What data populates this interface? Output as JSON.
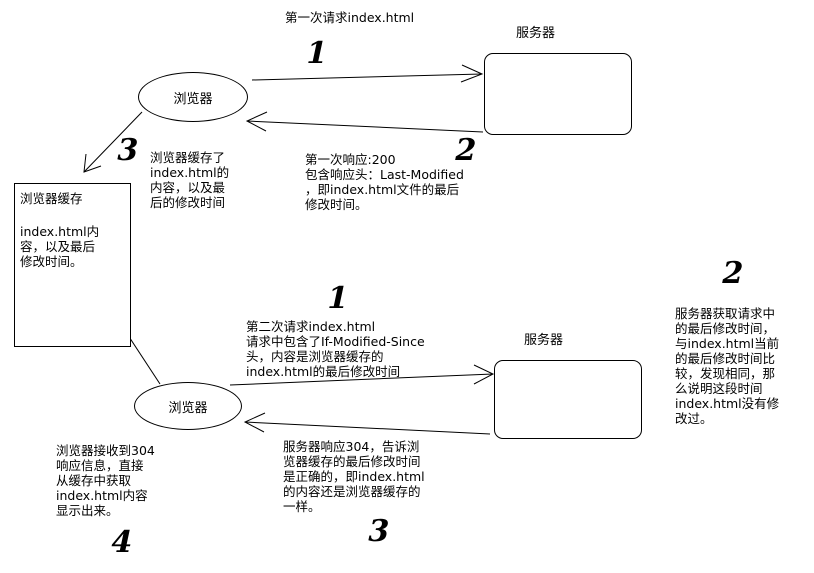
{
  "nodes": {
    "server_top": "服务器",
    "browser_top": "浏览器",
    "cache_title": "浏览器缓存",
    "cache_body": "index.html内\n容，以及最后\n修改时间。",
    "server_bottom": "服务器",
    "browser_bottom": "浏览器"
  },
  "labels": {
    "first_request": "第一次请求index.html",
    "first_response": "第一次响应:200\n包含响应头：Last-Modified\n，即index.html文件的最后\n修改时间。",
    "cache_store": "浏览器缓存了\nindex.html的\n内容，以及最\n后的修改时间",
    "second_request": "第二次请求index.html\n请求中包含了If-Modified-Since\n头，内容是浏览器缓存的\nindex.html的最后修改时间",
    "server_compare": "服务器获取请求中\n的最后修改时间，\n与index.html当前\n的最后修改时间比\n较，发现相同，那\n么说明这段时间\nindex.html没有修\n改过。",
    "server_304": "服务器响应304，告诉浏\n览器缓存的最后修改时间\n是正确的，即index.html\n的内容还是浏览器缓存的\n一样。",
    "browser_304": "浏览器接收到304\n响应信息，直接\n从缓存中获取\nindex.html内容\n显示出来。"
  },
  "step_markers": {
    "top_1": "1",
    "top_2": "2",
    "top_3": "3",
    "bottom_1": "1",
    "bottom_2": "2",
    "bottom_3": "3",
    "bottom_4": "4"
  }
}
